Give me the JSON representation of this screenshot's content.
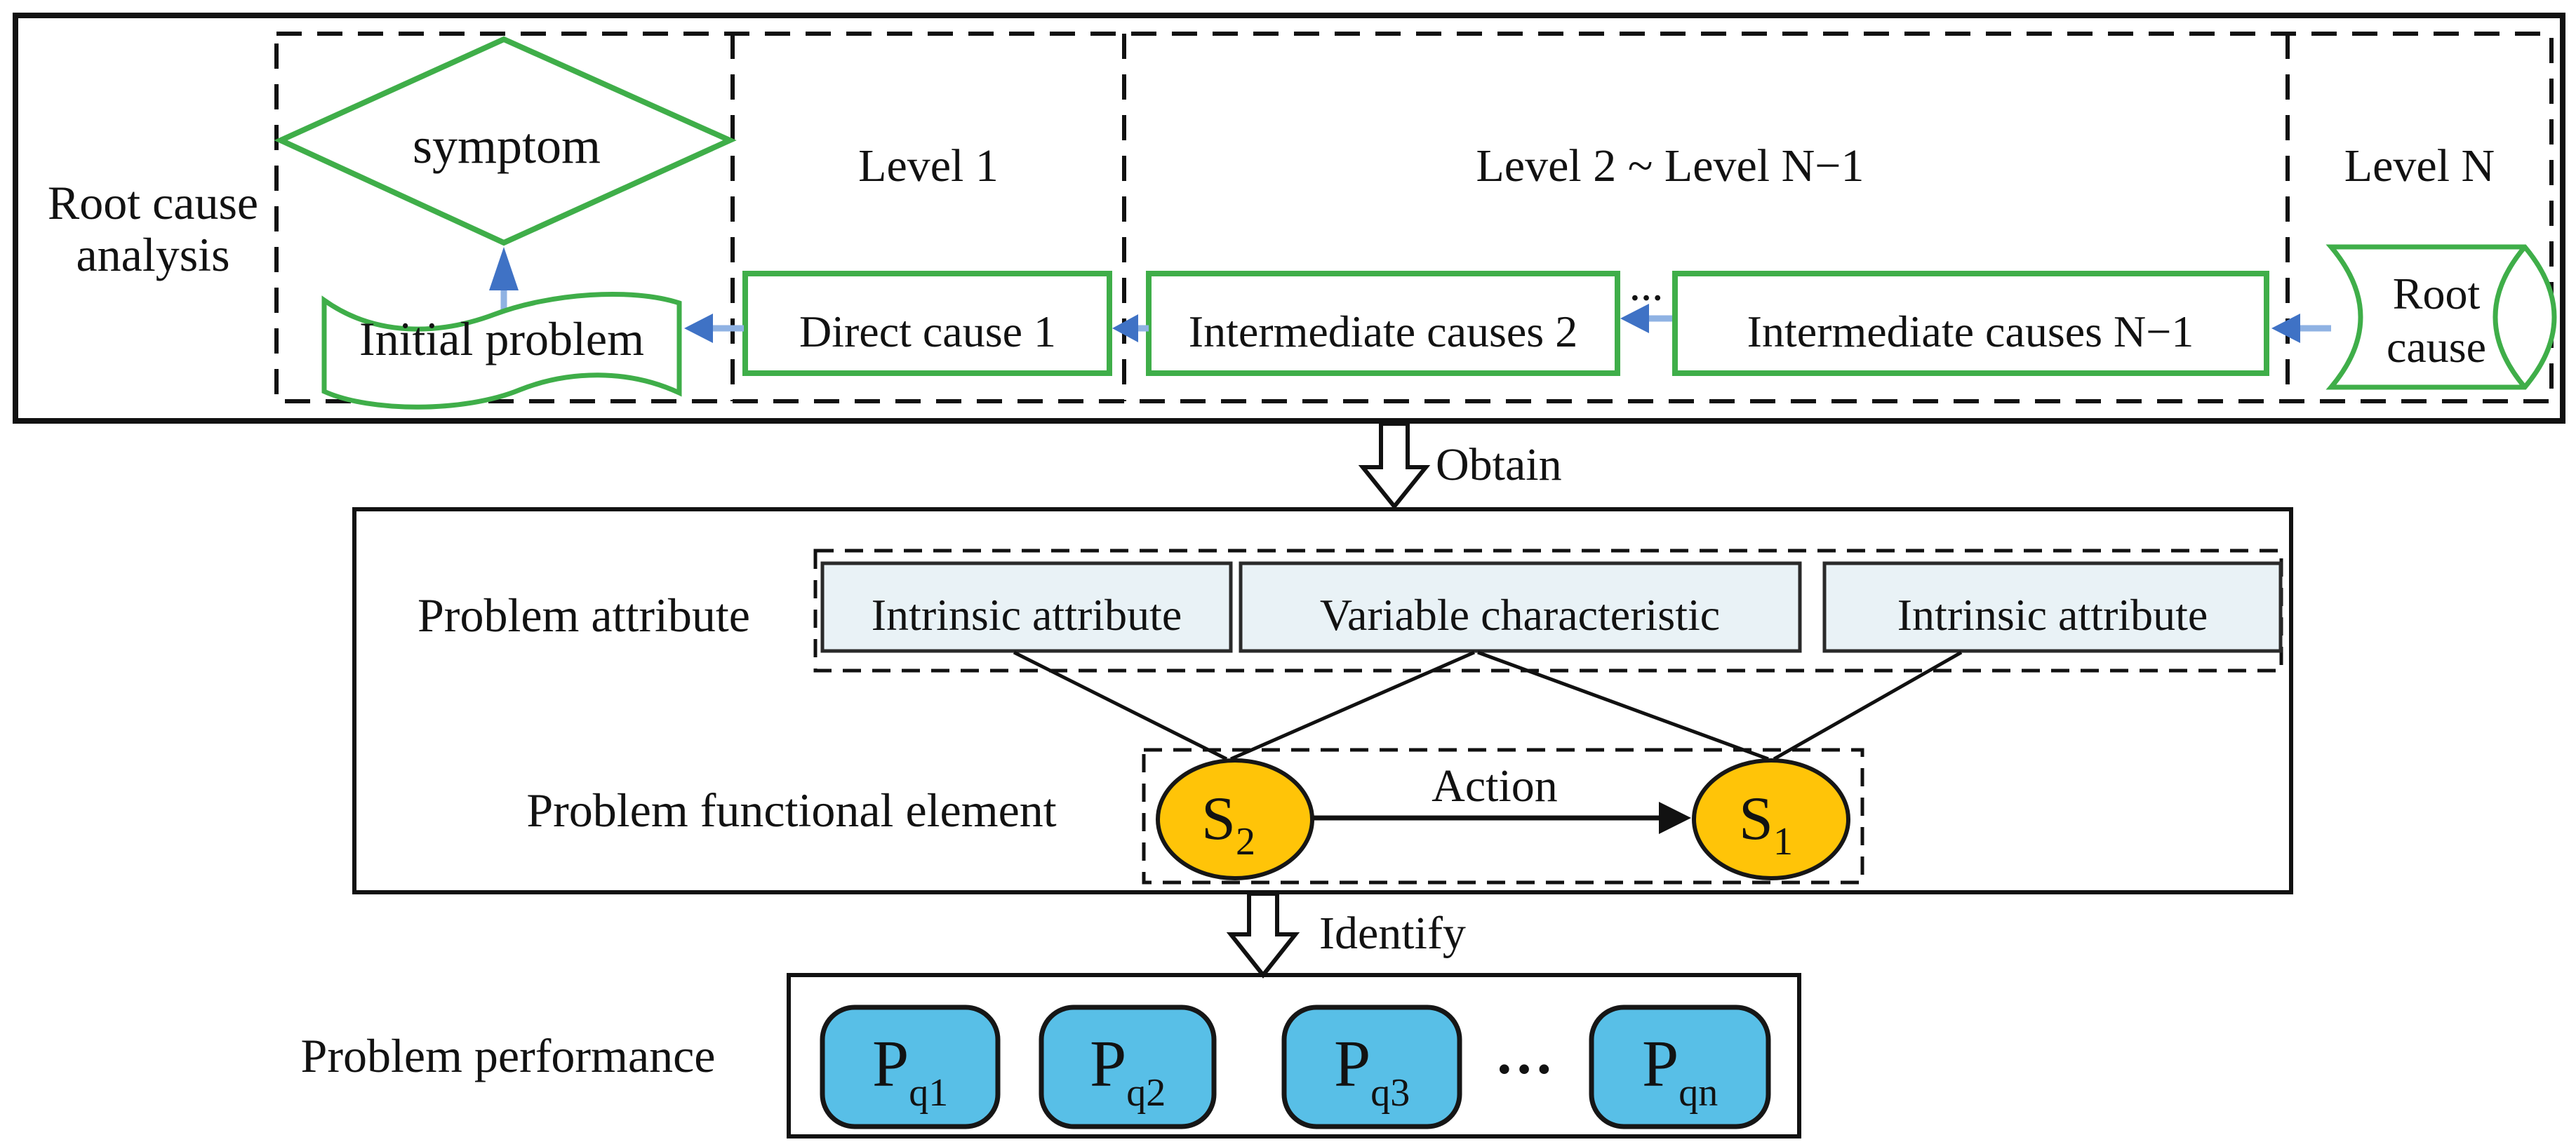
{
  "figure": {
    "colors": {
      "green": "#3fae49",
      "arrow_blue": "#3f72c5",
      "arrow_blue_light": "#8fb2e3",
      "attr_box_fill": "#e9f2f6",
      "node_yellow": "#ffc408",
      "perf_blue": "#58bfe7"
    },
    "top": {
      "side_label_line1": "Root cause",
      "side_label_line2": "analysis",
      "symptom": "symptom",
      "initial_problem": "Initial problem",
      "level1_label": "Level 1",
      "direct_cause": "Direct cause 1",
      "level2_label": "Level 2 ~ Level N−1",
      "intermediate_2": "Intermediate causes 2",
      "ellipsis": "…",
      "intermediate_n1": "Intermediate causes N−1",
      "levelN_label": "Level N",
      "root_cause_line1": "Root",
      "root_cause_line2": "cause"
    },
    "obtain_label": "Obtain",
    "middle": {
      "attribute_label": "Problem attribute",
      "attribute_boxes": [
        "Intrinsic attribute",
        "Variable characteristic",
        "Intrinsic attribute"
      ],
      "functional_label": "Problem functional element",
      "s2_base": "S",
      "s2_sub": "2",
      "action_label": "Action",
      "s1_base": "S",
      "s1_sub": "1"
    },
    "identify_label": "Identify",
    "bottom": {
      "performance_label": "Problem performance",
      "items": [
        {
          "base": "P",
          "sub": "q1"
        },
        {
          "base": "P",
          "sub": "q2"
        },
        {
          "base": "P",
          "sub": "q3"
        },
        {
          "base": "P",
          "sub": "qn"
        }
      ],
      "ellipsis": "…"
    }
  }
}
